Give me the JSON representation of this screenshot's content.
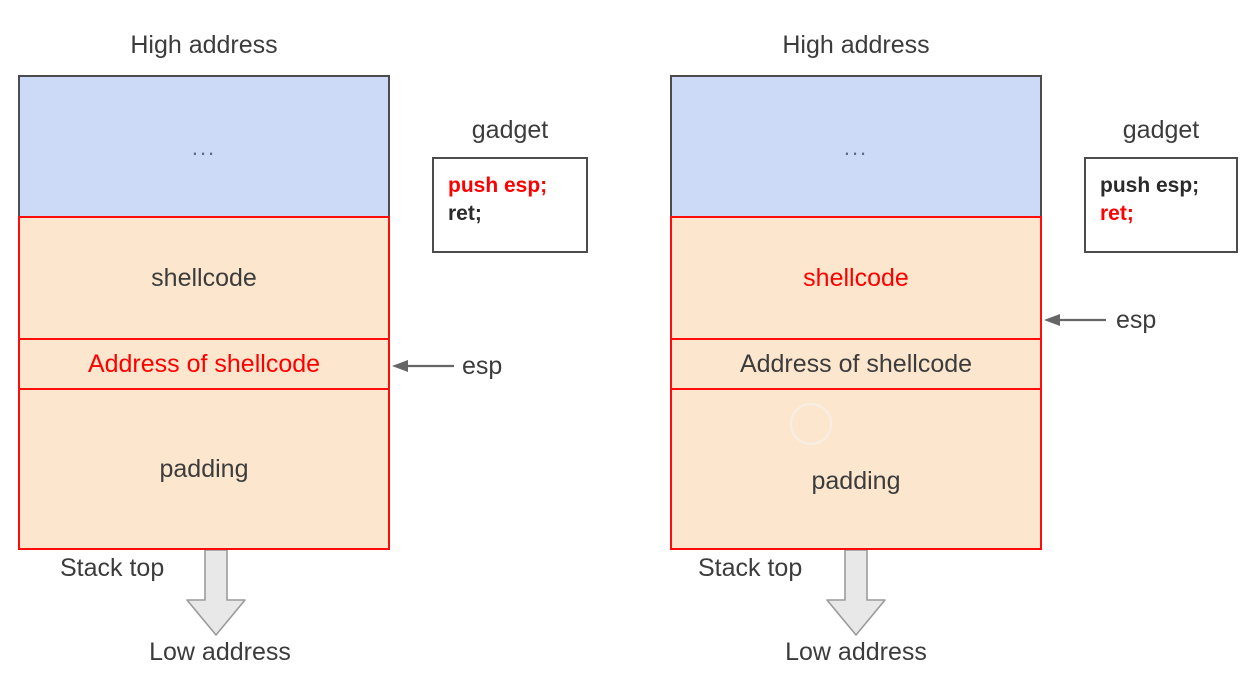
{
  "diagram": {
    "title_omitted": true,
    "panels": [
      {
        "id": "before",
        "high_address_label": "High address",
        "low_address_label": "Low address",
        "stack_top_label": "Stack top",
        "esp_label": "esp",
        "gadget_caption": "gadget",
        "gadget_lines": [
          {
            "text": "push esp;",
            "color": "#ff0000"
          },
          {
            "text": "ret;",
            "color": "#2b2b2b"
          }
        ],
        "blocks": [
          {
            "name": "ellipsis",
            "label": "...",
            "fill": "#ccd9f7",
            "border": "#4c4c4c",
            "text_color": "#5a6a8a"
          },
          {
            "name": "shellcode",
            "label": "shellcode",
            "fill": "#fce6cd",
            "border": "#ff0d0d",
            "text_color": "#3c3c3c"
          },
          {
            "name": "address-of-shellcode",
            "label": "Address of shellcode",
            "fill": "#fce6cd",
            "border": "#ff0d0d",
            "text_color": "#ff0000"
          },
          {
            "name": "padding",
            "label": "padding",
            "fill": "#fce6cd",
            "border": "#ff0d0d",
            "text_color": "#3c3c3c"
          }
        ],
        "esp_points_at": "address-of-shellcode"
      },
      {
        "id": "after",
        "high_address_label": "High address",
        "low_address_label": "Low address",
        "stack_top_label": "Stack top",
        "esp_label": "esp",
        "gadget_caption": "gadget",
        "gadget_lines": [
          {
            "text": "push esp;",
            "color": "#2b2b2b"
          },
          {
            "text": "ret;",
            "color": "#ff0000"
          }
        ],
        "blocks": [
          {
            "name": "ellipsis",
            "label": "...",
            "fill": "#ccd9f7",
            "border": "#4c4c4c",
            "text_color": "#5a6a8a"
          },
          {
            "name": "shellcode",
            "label": "shellcode",
            "fill": "#fce6cd",
            "border": "#ff0d0d",
            "text_color": "#ff0000"
          },
          {
            "name": "address-of-shellcode",
            "label": "Address of shellcode",
            "fill": "#fce6cd",
            "border": "#ff0d0d",
            "text_color": "#3c3c3c"
          },
          {
            "name": "padding",
            "label": "padding",
            "fill": "#fce6cd",
            "border": "#ff0d0d",
            "text_color": "#3c3c3c"
          }
        ],
        "esp_points_at": "shellcode-bottom"
      }
    ],
    "colors": {
      "blue_fill": "#ccd9f7",
      "orange_fill": "#fce6cd",
      "red_border": "#ff0d0d",
      "dark_border": "#4c4c4c",
      "red_text": "#ff0000",
      "dark_text": "#3c3c3c",
      "arrow_gray_fill": "#e8e8e8",
      "arrow_gray_stroke": "#9a9a9a"
    }
  }
}
